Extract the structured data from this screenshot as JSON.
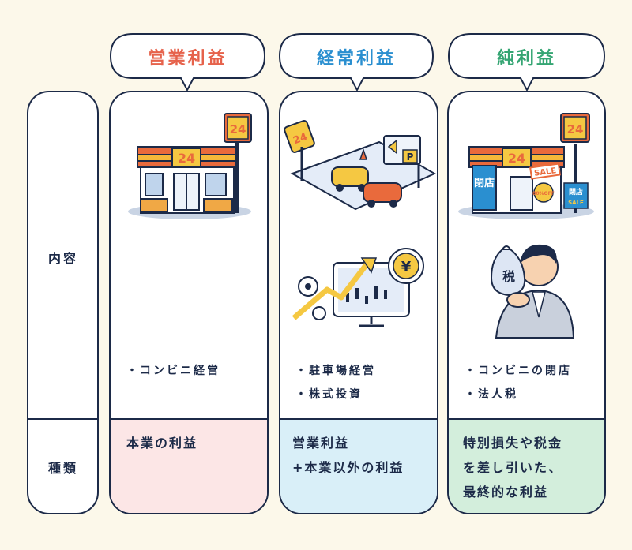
{
  "row_labels": {
    "content": "内容",
    "type": "種類"
  },
  "columns": [
    {
      "header": "営業利益",
      "header_color": "#e6624b",
      "items": [
        "コンビニ経営"
      ],
      "type_lines": [
        "本業の利益"
      ],
      "type_bg": "#fce6e6"
    },
    {
      "header": "経常利益",
      "header_color": "#2a8fd0",
      "items": [
        "駐車場経営",
        "株式投資"
      ],
      "type_lines": [
        "営業利益",
        "+本業以外の利益"
      ],
      "type_bg": "#d9eff8"
    },
    {
      "header": "純利益",
      "header_color": "#35a573",
      "items": [
        "コンビニの閉店",
        "法人税"
      ],
      "type_lines": [
        "特別損失や税金",
        "を差し引いた、",
        "最終的な利益"
      ],
      "type_bg": "#d3eedc"
    }
  ],
  "illustrations": {
    "store_number": "24",
    "parking_sign": "P",
    "yen_symbol": "¥",
    "closed_sign": "閉店",
    "closed_small": "閉店",
    "sale_label": "SALE",
    "discount_label": "80%OFF",
    "tax_bag": "税"
  }
}
